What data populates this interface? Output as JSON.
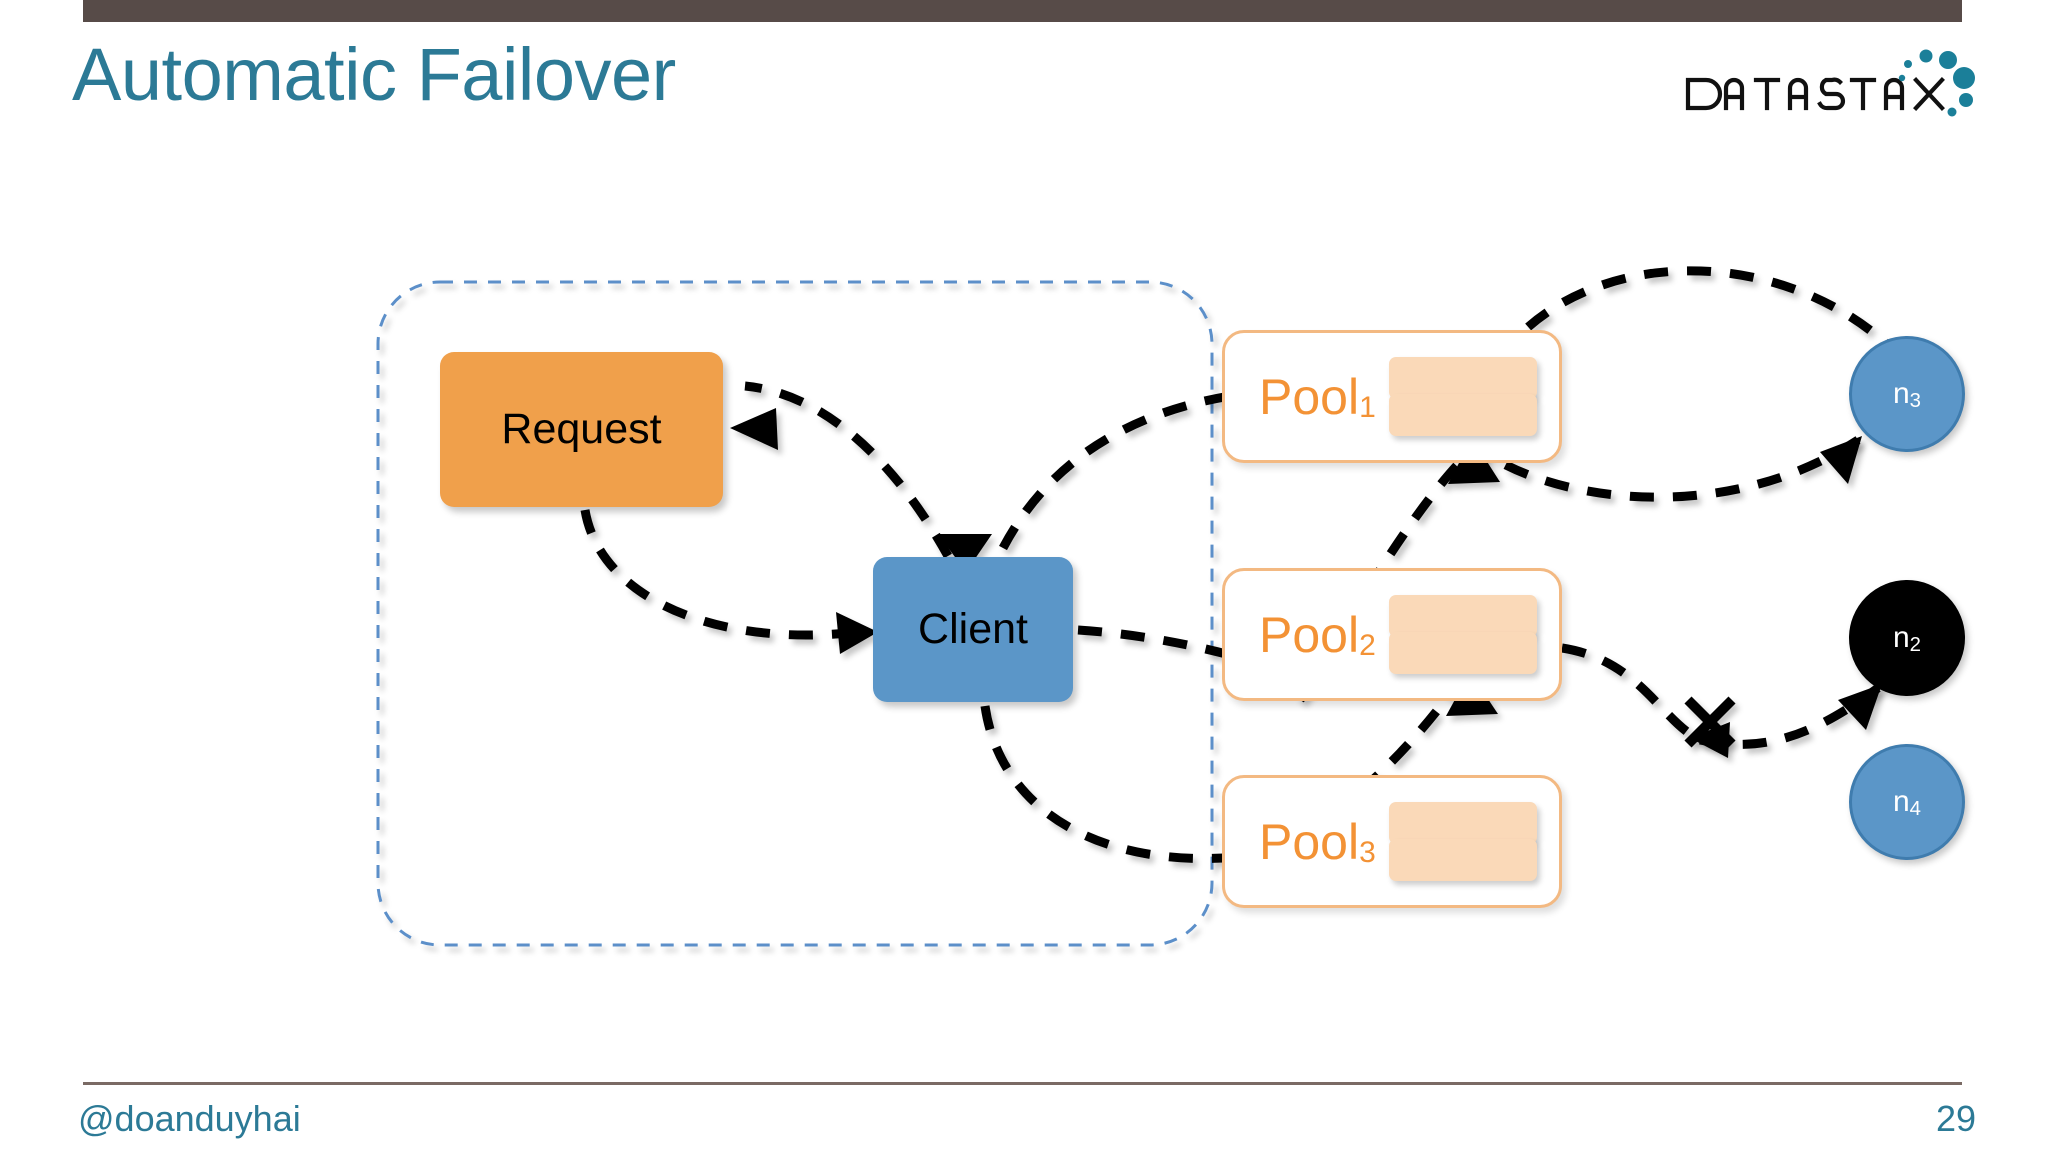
{
  "slide": {
    "title": "Automatic Failover",
    "accent_color": "#2C7A96",
    "top_bar_color": "#574B48",
    "background_color": "#FFFFFF"
  },
  "logo": {
    "wordmark": "DATASTAX",
    "text_color": "#111111",
    "dot_color": "#1B7F99"
  },
  "diagram": {
    "boundary": {
      "style": "dashed",
      "color": "#5B8FC9",
      "shape": "rounded-rect"
    },
    "request_box": {
      "label": "Request",
      "color": "#F0A04B",
      "text_color": "#000000"
    },
    "client_box": {
      "label": "Client",
      "color": "#5B96C8",
      "text_color": "#000000"
    },
    "pools": [
      {
        "name": "Pool",
        "index": "1",
        "color": "#F39235",
        "border_color": "#F3B982",
        "connections": 2,
        "connection_color": "#FAD9B8"
      },
      {
        "name": "Pool",
        "index": "2",
        "color": "#F39235",
        "border_color": "#F3B982",
        "connections": 2,
        "connection_color": "#FAD9B8"
      },
      {
        "name": "Pool",
        "index": "3",
        "color": "#F39235",
        "border_color": "#F3B982",
        "connections": 2,
        "connection_color": "#FAD9B8"
      }
    ],
    "nodes": [
      {
        "name": "n",
        "index": "3",
        "state": "up",
        "color": "#5B96C8"
      },
      {
        "name": "n",
        "index": "2",
        "state": "down",
        "color": "#000000"
      },
      {
        "name": "n",
        "index": "4",
        "state": "up",
        "color": "#5B96C8"
      }
    ],
    "edge_color": "#000000",
    "edge_style": "dashed",
    "failure_marker": "x-cross"
  },
  "footer": {
    "handle": "@doanduyhai",
    "page_number": "29",
    "rule_color": "#7A6A64",
    "text_color": "#2C7A96"
  }
}
